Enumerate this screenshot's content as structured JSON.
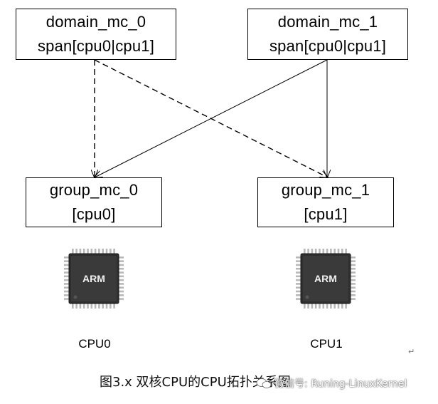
{
  "nodes": {
    "domain_mc_0": {
      "line1": "domain_mc_0",
      "line2": "span[cpu0|cpu1]"
    },
    "domain_mc_1": {
      "line1": "domain_mc_1",
      "line2": "span[cpu0|cpu1]"
    },
    "group_mc_0": {
      "line1": "group_mc_0",
      "line2": "[cpu0]"
    },
    "group_mc_1": {
      "line1": "group_mc_1",
      "line2": "[cpu1]"
    }
  },
  "edges": [
    {
      "from": "domain_mc_0",
      "to": "group_mc_0",
      "style": "dashed"
    },
    {
      "from": "domain_mc_0",
      "to": "group_mc_1",
      "style": "dashed"
    },
    {
      "from": "domain_mc_1",
      "to": "group_mc_0",
      "style": "solid"
    },
    {
      "from": "domain_mc_1",
      "to": "group_mc_1",
      "style": "solid"
    }
  ],
  "chips": [
    {
      "brand": "ARM",
      "label": "CPU0"
    },
    {
      "brand": "ARM",
      "label": "CPU1"
    }
  ],
  "caption": "图3.x  双核CPU的CPU拓扑关系图",
  "watermark": "微信号: Runing-LinuxKernel",
  "return_mark": "↵",
  "colors": {
    "chip_body": "#3a3a3a",
    "chip_pin": "#b8b8b8",
    "line": "#000000"
  }
}
